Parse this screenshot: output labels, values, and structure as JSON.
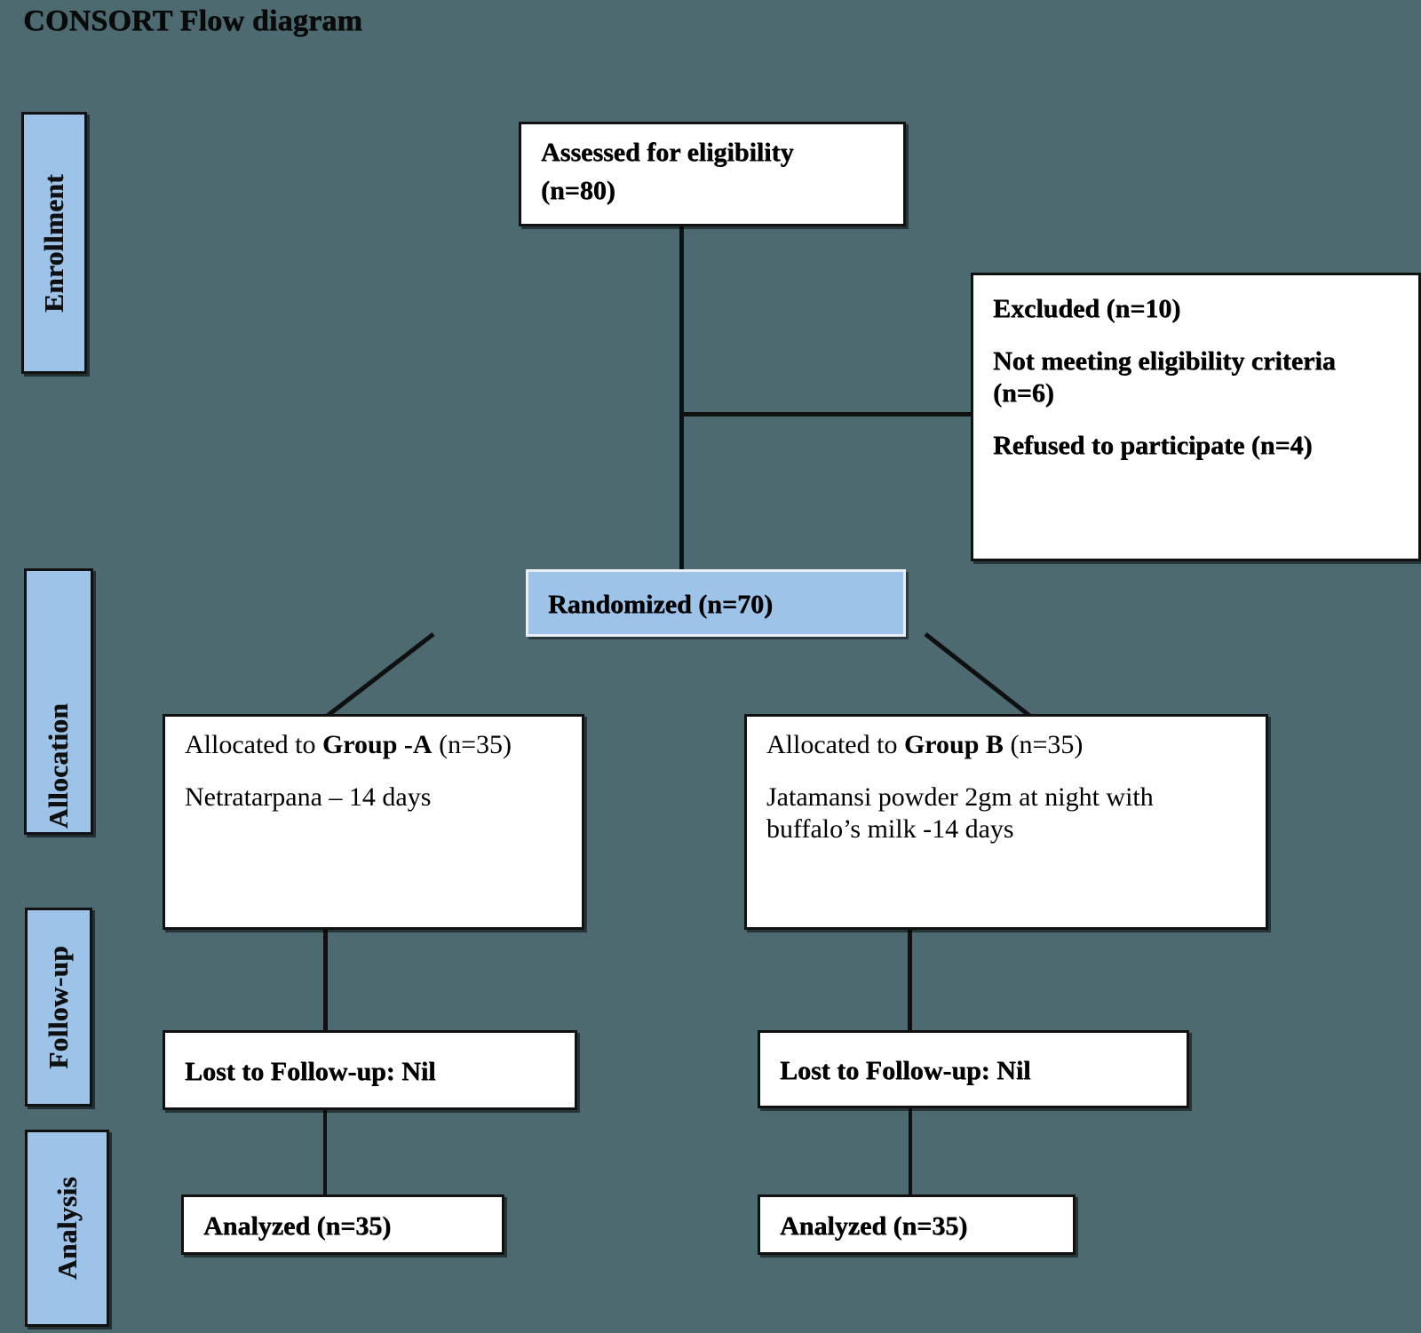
{
  "title": "CONSORT Flow diagram",
  "colors": {
    "background": "#4d6a71",
    "stage_fill": "#9dc3e8",
    "box_fill": "#ffffff",
    "randomized_fill": "#9dc3e8",
    "line": "#101010"
  },
  "stages": [
    {
      "id": "enrollment",
      "label": "Enrollment"
    },
    {
      "id": "allocation",
      "label": "Allocation"
    },
    {
      "id": "followup",
      "label": "Follow-up"
    },
    {
      "id": "analysis",
      "label": "Analysis"
    }
  ],
  "nodes": {
    "assessed": {
      "line1": "Assessed for eligibility",
      "line2": "(n=80)"
    },
    "excluded": {
      "line1": "Excluded (n=10)",
      "line2": "Not meeting eligibility criteria (n=6)",
      "line3": "Refused to participate (n=4)"
    },
    "randomized": {
      "label": "Randomized (n=70)"
    },
    "allocation_a": {
      "prefix": "Allocated to ",
      "group": "Group -A",
      "suffix": " (n=35)",
      "detail": "Netratarpana – 14 days"
    },
    "allocation_b": {
      "prefix": "Allocated to ",
      "group": "Group B",
      "suffix": " (n=35)",
      "detail": "Jatamansi powder 2gm at night with buffalo’s milk -14 days"
    },
    "lost_a": {
      "label": "Lost to Follow-up: Nil"
    },
    "lost_b": {
      "label": "Lost to Follow-up: Nil"
    },
    "analyzed_a": {
      "label": "Analyzed (n=35)"
    },
    "analyzed_b": {
      "label": "Analyzed (n=35)"
    }
  }
}
